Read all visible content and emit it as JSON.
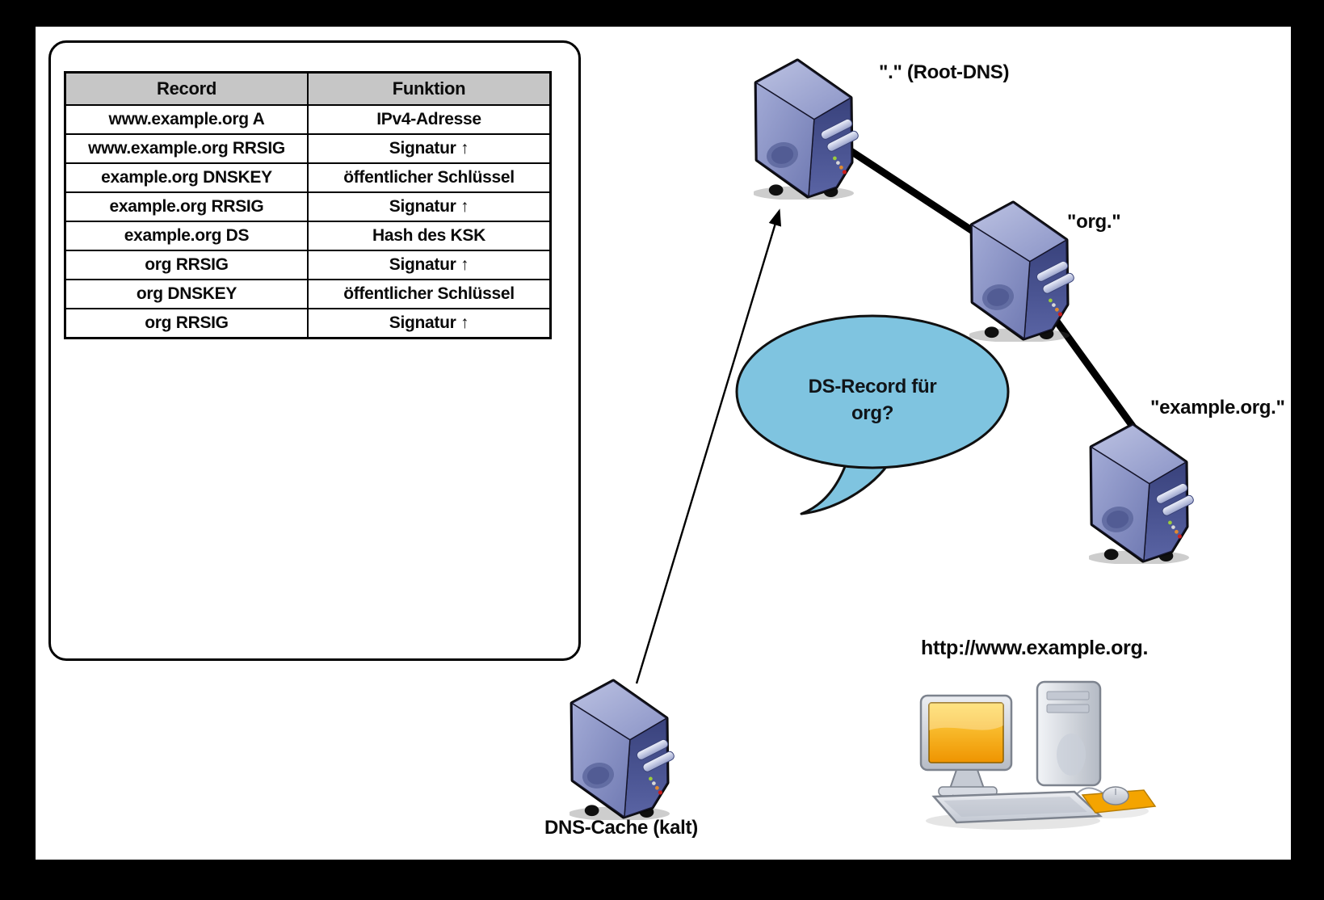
{
  "legend_table": {
    "headers": [
      "Record",
      "Funktion"
    ],
    "rows": [
      [
        "www.example.org A",
        "IPv4-Adresse"
      ],
      [
        "www.example.org RRSIG",
        "Signatur ↑"
      ],
      [
        "example.org DNSKEY",
        "öffentlicher Schlüssel"
      ],
      [
        "example.org RRSIG",
        "Signatur ↑"
      ],
      [
        "example.org DS",
        "Hash des KSK"
      ],
      [
        "org RRSIG",
        "Signatur ↑"
      ],
      [
        "org DNSKEY",
        "öffentlicher Schlüssel"
      ],
      [
        "org RRSIG",
        "Signatur ↑"
      ]
    ]
  },
  "nodes": {
    "root_dns": {
      "label": "\".\" (Root-DNS)"
    },
    "org_dns": {
      "label": "\"org.\""
    },
    "example_dns": {
      "label": "\"example.org.\""
    },
    "dns_cache": {
      "label": "DNS-Cache (kalt)"
    },
    "client_url": {
      "label": "http://www.example.org."
    }
  },
  "speech_bubble": {
    "line1": "DS-Record für",
    "line2": "org?"
  },
  "colors": {
    "frame_bg": "#000000",
    "canvas_bg": "#ffffff",
    "table_header_bg": "#c6c6c6",
    "bubble_fill": "#7fc4e0",
    "server_front": "#8a93c4",
    "server_side": "#454f8c",
    "server_top": "#aab1d8",
    "monitor_screen": "#f5a200",
    "mousepad": "#f4a400"
  }
}
